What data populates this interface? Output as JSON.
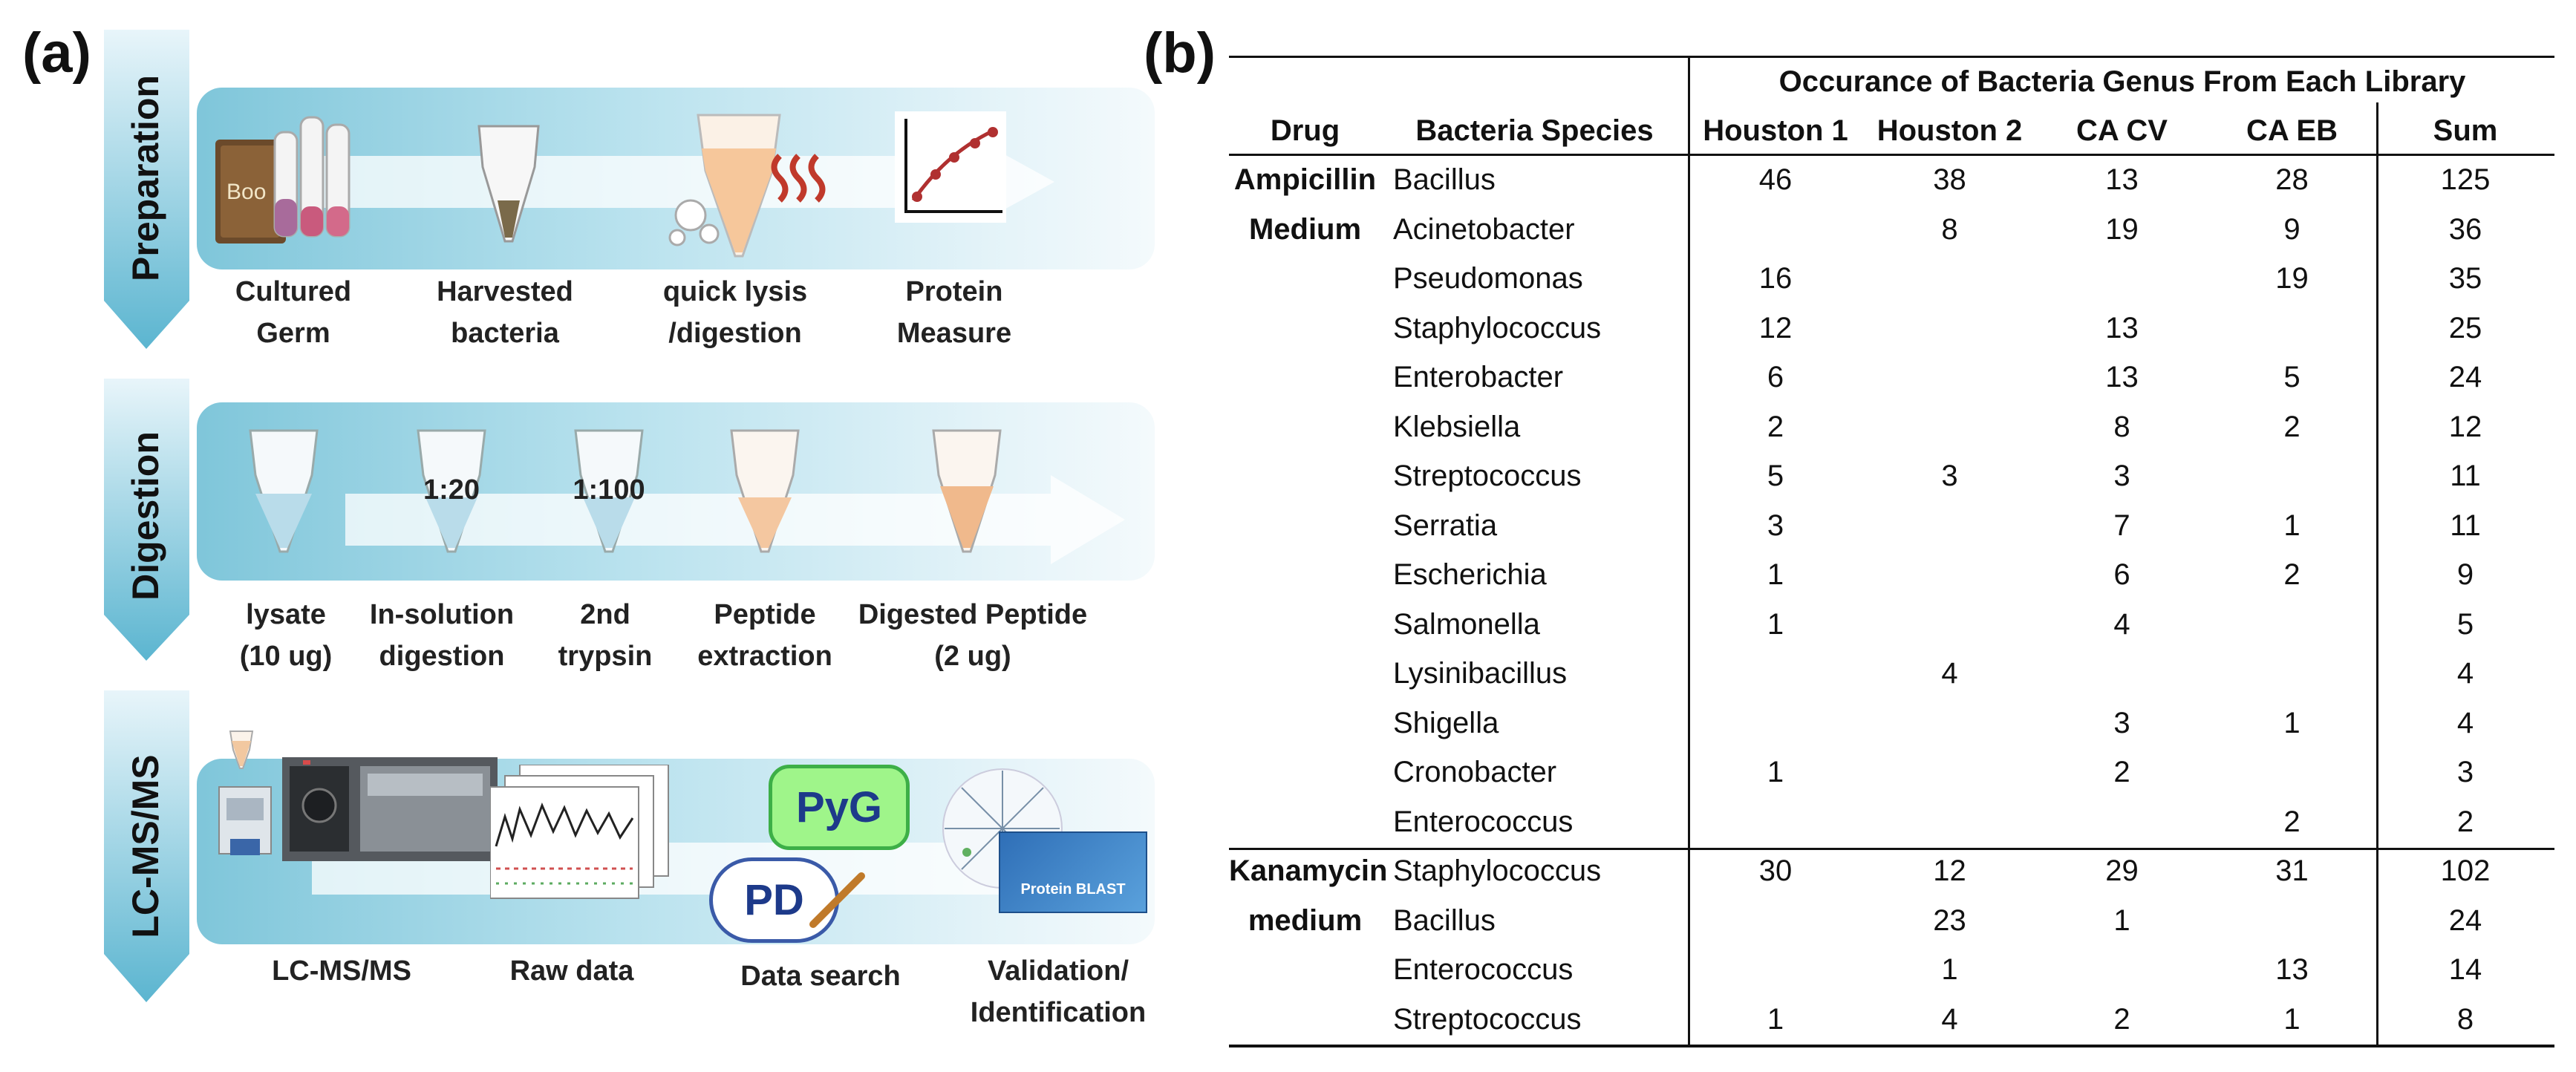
{
  "panel_a": {
    "letter": "(a)",
    "stages": [
      {
        "label": "Preparation",
        "steps": [
          "Cultured\nGerm",
          "Harvested\nbacteria",
          "quick lysis\n/digestion",
          "Protein\nMeasure"
        ],
        "book_text": "Boo"
      },
      {
        "label": "Digestion",
        "steps": [
          "lysate\n(10 ug)",
          "In-solution\ndigestion",
          "2nd\ntrypsin",
          "Peptide\nextraction",
          "Digested Peptide\n(2 ug)"
        ],
        "ratios": [
          "1:20",
          "1:100"
        ]
      },
      {
        "label": "LC-MS/MS",
        "steps": [
          "LC-MS/MS",
          "Raw data",
          "Data search",
          "Validation/\nIdentification"
        ],
        "badges": [
          "PyG",
          "PD"
        ],
        "blast_text": "Protein BLAST"
      }
    ]
  },
  "panel_b": {
    "letter": "(b)",
    "super_header": "Occurance of Bacteria Genus From Each Library",
    "columns": [
      "Drug",
      "Bacteria Species",
      "Houston 1",
      "Houston 2",
      "CA CV",
      "CA EB",
      "Sum"
    ],
    "groups": [
      {
        "drug": [
          "Ampicillin",
          "Medium"
        ],
        "rows": [
          [
            "Bacillus",
            "46",
            "38",
            "13",
            "28",
            "125"
          ],
          [
            "Acinetobacter",
            "",
            "8",
            "19",
            "9",
            "36"
          ],
          [
            "Pseudomonas",
            "16",
            "",
            "",
            "19",
            "35"
          ],
          [
            "Staphylococcus",
            "12",
            "",
            "13",
            "",
            "25"
          ],
          [
            "Enterobacter",
            "6",
            "",
            "13",
            "5",
            "24"
          ],
          [
            "Klebsiella",
            "2",
            "",
            "8",
            "2",
            "12"
          ],
          [
            "Streptococcus",
            "5",
            "3",
            "3",
            "",
            "11"
          ],
          [
            "Serratia",
            "3",
            "",
            "7",
            "1",
            "11"
          ],
          [
            "Escherichia",
            "1",
            "",
            "6",
            "2",
            "9"
          ],
          [
            "Salmonella",
            "1",
            "",
            "4",
            "",
            "5"
          ],
          [
            "Lysinibacillus",
            "",
            "4",
            "",
            "",
            "4"
          ],
          [
            "Shigella",
            "",
            "",
            "3",
            "1",
            "4"
          ],
          [
            "Cronobacter",
            "1",
            "",
            "2",
            "",
            "3"
          ],
          [
            "Enterococcus",
            "",
            "",
            "",
            "2",
            "2"
          ]
        ]
      },
      {
        "drug": [
          "Kanamycin",
          "medium"
        ],
        "rows": [
          [
            "Staphylococcus",
            "30",
            "12",
            "29",
            "31",
            "102"
          ],
          [
            "Bacillus",
            "",
            "23",
            "1",
            "",
            "24"
          ],
          [
            "Enterococcus",
            "",
            "1",
            "",
            "13",
            "14"
          ],
          [
            "Streptococcus",
            "1",
            "4",
            "2",
            "1",
            "8"
          ]
        ]
      }
    ]
  }
}
